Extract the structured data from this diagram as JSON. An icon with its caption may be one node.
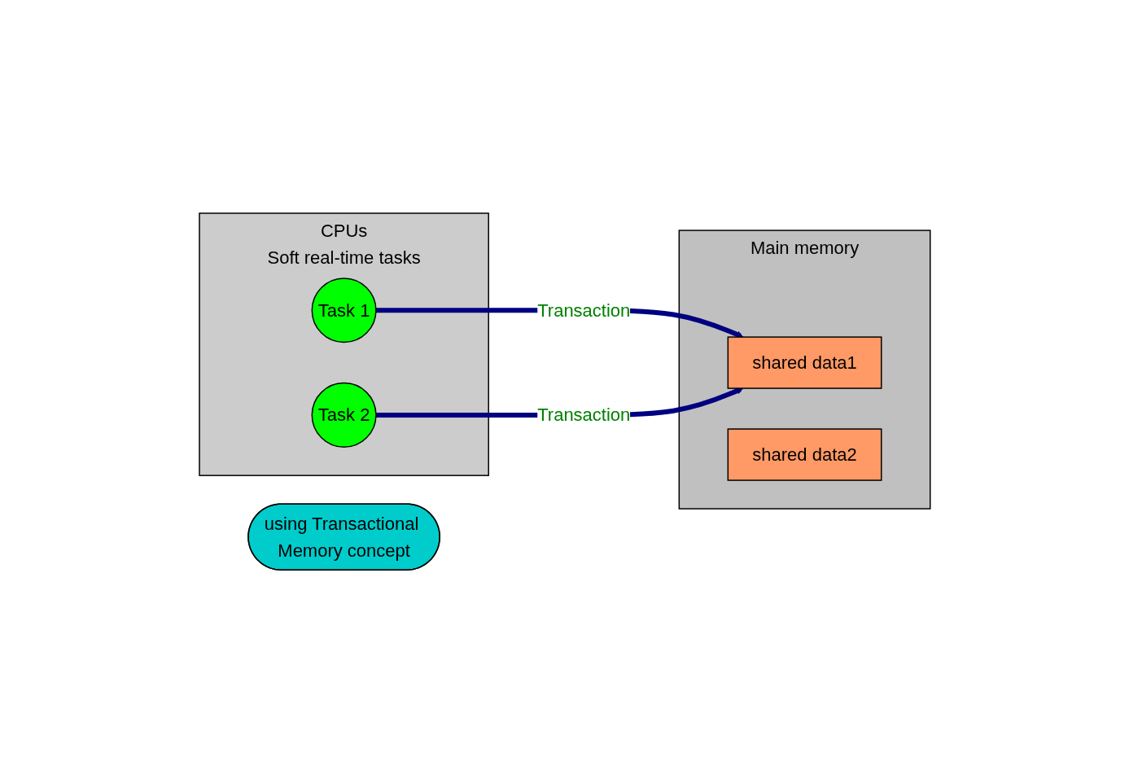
{
  "diagram": {
    "nodes": [
      {
        "text": [
          "CPUs",
          "Soft real-time tasks"
        ]
      },
      {
        "text": [
          "Task 1"
        ],
        "in": 0
      },
      {
        "text": [
          "Task 2"
        ],
        "in": 0
      },
      {
        "text": [
          "Main memory"
        ]
      },
      {
        "text": [
          "shared data1"
        ],
        "in": 3
      },
      {
        "text": [
          "shared data2"
        ],
        "in": 3
      },
      {
        "text": [
          "using Transactional Memory concept"
        ]
      }
    ],
    "edges": [
      {
        "from": 1,
        "to": 4,
        "arrow": "to",
        "label": "Transaction"
      },
      {
        "from": 2,
        "to": 4,
        "arrow": "to",
        "label": "Transaction"
      }
    ]
  }
}
